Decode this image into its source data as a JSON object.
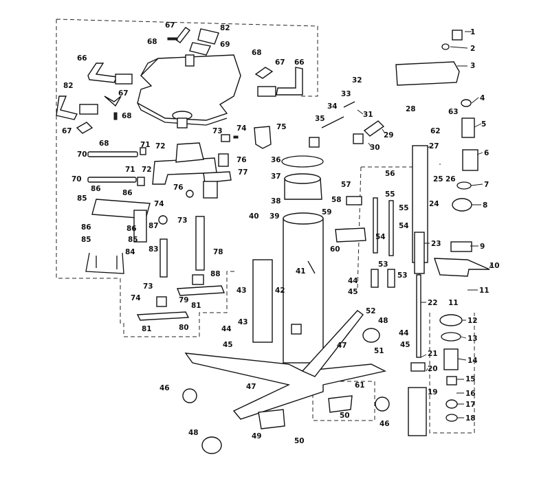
{
  "diagram": {
    "part_numbers": [
      "1",
      "2",
      "3",
      "4",
      "5",
      "6",
      "7",
      "8",
      "9",
      "10",
      "11",
      "12",
      "13",
      "14",
      "15",
      "16",
      "17",
      "18",
      "19",
      "20",
      "21",
      "22",
      "23",
      "24",
      "25",
      "26",
      "27",
      "28",
      "29",
      "30",
      "31",
      "32",
      "33",
      "34",
      "35",
      "36",
      "37",
      "38",
      "39",
      "40",
      "41",
      "42",
      "43",
      "44",
      "45",
      "46",
      "47",
      "48",
      "49",
      "50",
      "51",
      "52",
      "53",
      "54",
      "55",
      "56",
      "57",
      "58",
      "59",
      "60",
      "61",
      "62",
      "63",
      "66",
      "67",
      "68",
      "69",
      "70",
      "71",
      "72",
      "73",
      "74",
      "75",
      "76",
      "77",
      "78",
      "79",
      "80",
      "81",
      "82",
      "83",
      "84",
      "85",
      "86",
      "87",
      "88"
    ]
  }
}
